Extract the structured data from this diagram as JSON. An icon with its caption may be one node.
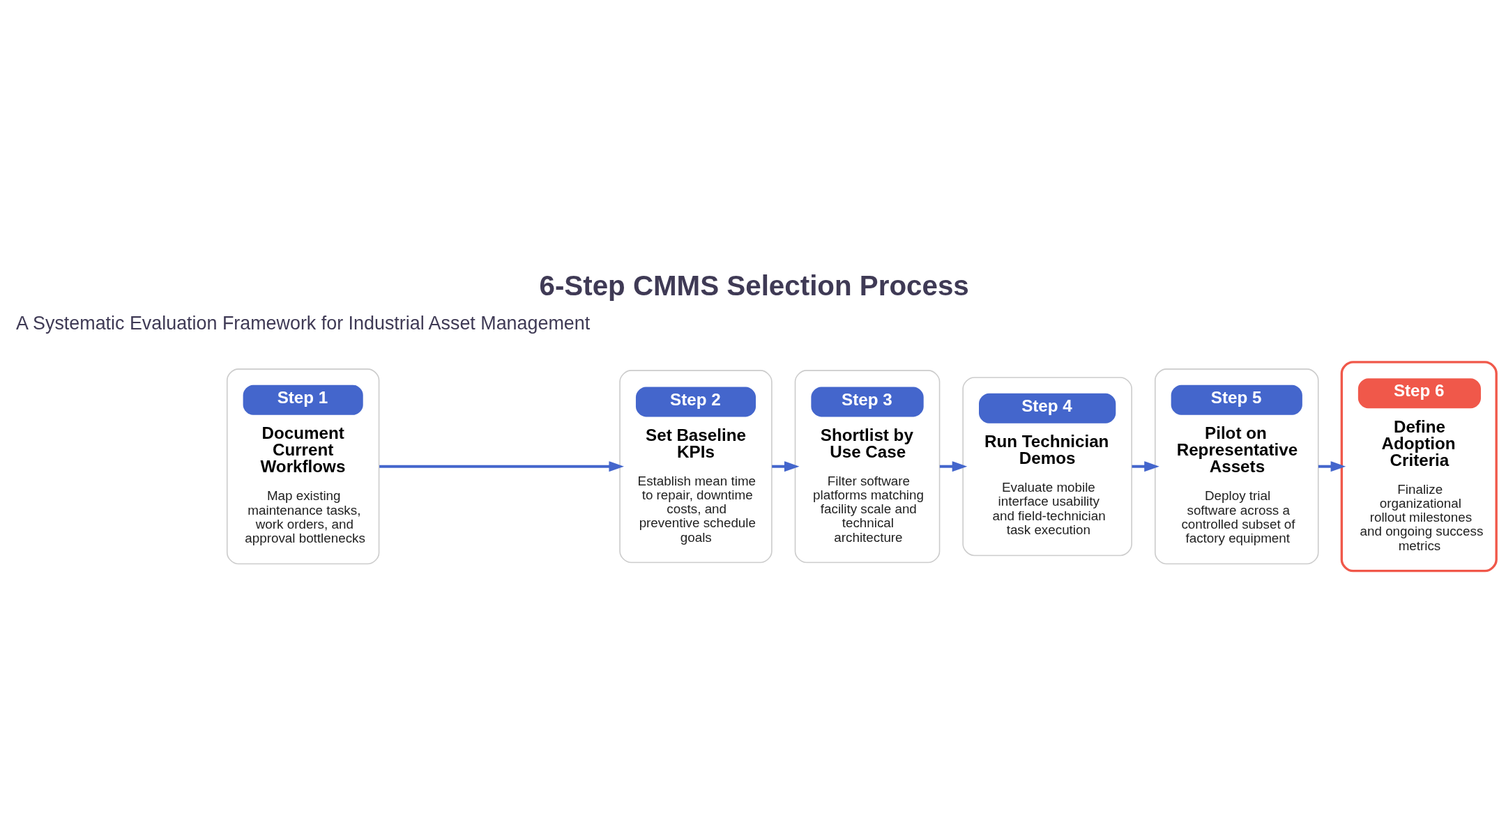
{
  "diagram": {
    "title": "6-Step CMMS Selection Process",
    "nodes": [
      {
        "text": [
          "Step 1",
          "Document Current Workflows",
          "Map existing maintenance tasks, work orders, and approval bottlenecks"
        ]
      },
      {
        "text": [
          "Step 2",
          "Set Baseline KPIs",
          "Establish mean time to repair, downtime costs, and preventive schedule goals"
        ]
      },
      {
        "text": [
          "Step 3",
          "Shortlist by Use Case",
          "Filter software platforms matching facility scale and technical architecture"
        ]
      },
      {
        "text": [
          "Step 4",
          "Run Technician Demos",
          "Evaluate mobile interface usability and field-technician task execution"
        ]
      },
      {
        "text": [
          "Step 5",
          "Pilot on Representative Assets",
          "Deploy trial software across a controlled subset of factory equipment"
        ]
      },
      {
        "text": [
          "Step 6",
          "Define Adoption Criteria",
          "Finalize organizational rollout milestones and ongoing success metrics"
        ]
      }
    ],
    "edges": [
      {
        "from": 0,
        "to": 1,
        "arrow": "to"
      },
      {
        "from": 1,
        "to": 2,
        "arrow": "to"
      },
      {
        "from": 2,
        "to": 3,
        "arrow": "to"
      },
      {
        "from": 3,
        "to": 4,
        "arrow": "to"
      },
      {
        "from": 4,
        "to": 5,
        "arrow": "to"
      }
    ],
    "labels": [
      "A Systematic Evaluation Framework for Industrial Asset Management"
    ]
  }
}
